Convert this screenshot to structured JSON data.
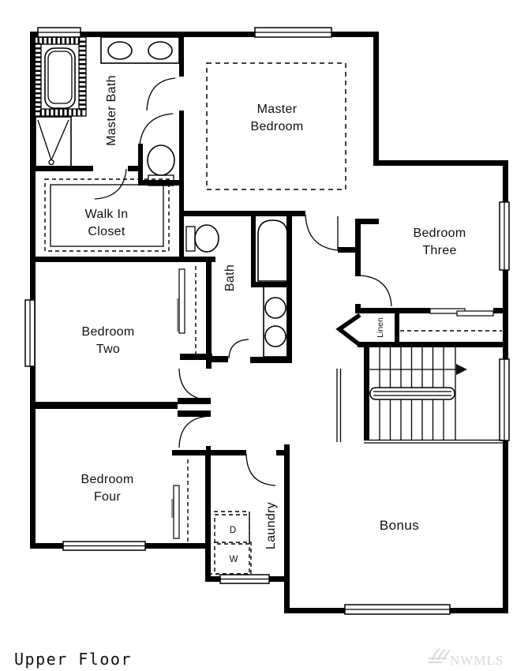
{
  "title": {
    "label": "Upper Floor"
  },
  "watermark": {
    "label": "NWMLS"
  },
  "rooms": {
    "master_bedroom": {
      "line1": "Master",
      "line2": "Bedroom"
    },
    "master_bath": {
      "label": "Master Bath"
    },
    "walk_in_closet": {
      "line1": "Walk In",
      "line2": "Closet"
    },
    "bedroom_two": {
      "line1": "Bedroom",
      "line2": "Two"
    },
    "bedroom_three": {
      "line1": "Bedroom",
      "line2": "Three"
    },
    "bedroom_four": {
      "line1": "Bedroom",
      "line2": "Four"
    },
    "bath": {
      "label": "Bath"
    },
    "laundry": {
      "label": "Laundry"
    },
    "linen": {
      "label": "Linen"
    },
    "bonus": {
      "label": "Bonus"
    }
  },
  "appliances": {
    "dryer": "D",
    "washer": "W"
  },
  "colors": {
    "wall": "#000000",
    "background": "#ffffff",
    "label": "#111111",
    "watermark": "#d8d8d8"
  }
}
